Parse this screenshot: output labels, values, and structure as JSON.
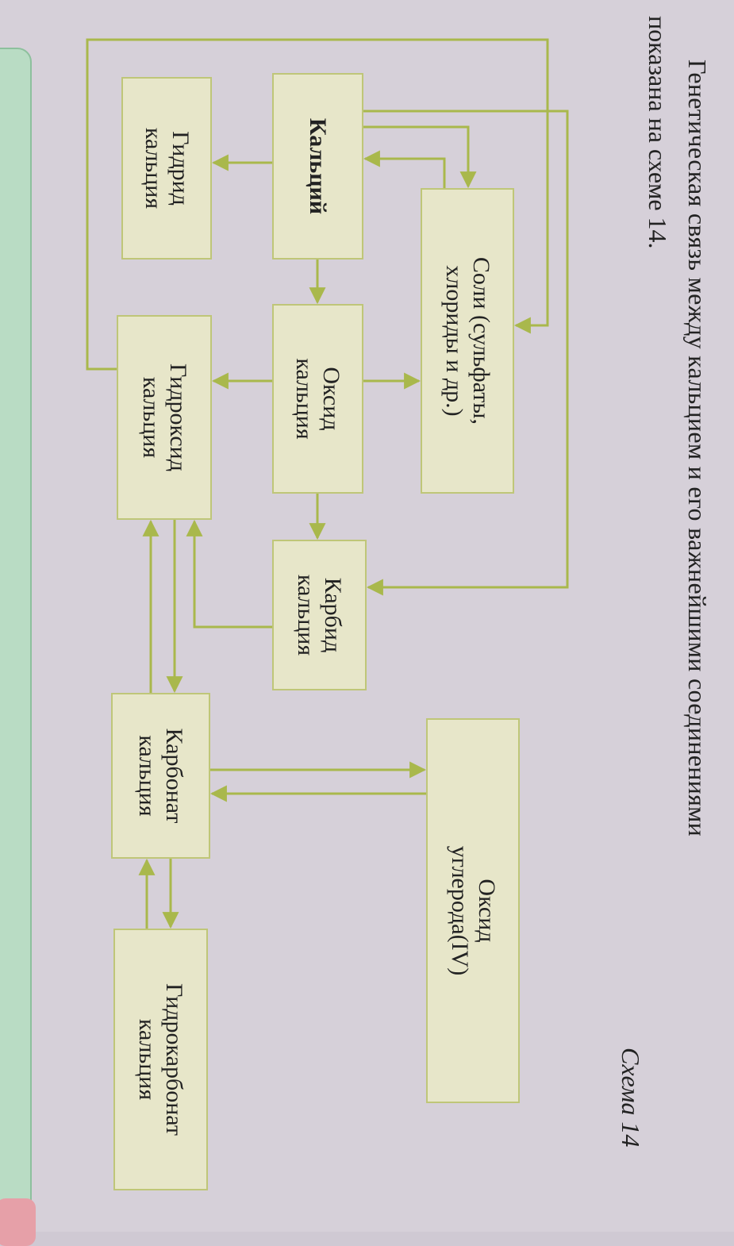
{
  "heading": {
    "line1": "Генетическая связь между кальцием и его важнейшими соединениями",
    "line2": "показана на схеме 14.",
    "scheme_label": "Схема 14"
  },
  "nodes": {
    "calcium": "Кальций",
    "hydride": "Гидрид\nкальция",
    "salts": "Соли (сульфаты,\nхлориды и др.)",
    "oxide": "Оксид\nкальция",
    "hydroxide": "Гидроксид\nкальция",
    "carbide": "Карбид\nкальция",
    "co2": "Оксид\nуглерода(IV)",
    "carbonate": "Карбонат\nкальция",
    "bicarbonate": "Гидрокарбонат\nкальция"
  },
  "colors": {
    "line": "#a9b84c",
    "box_fill": "#e7e6c9",
    "box_border": "#bfc678"
  }
}
